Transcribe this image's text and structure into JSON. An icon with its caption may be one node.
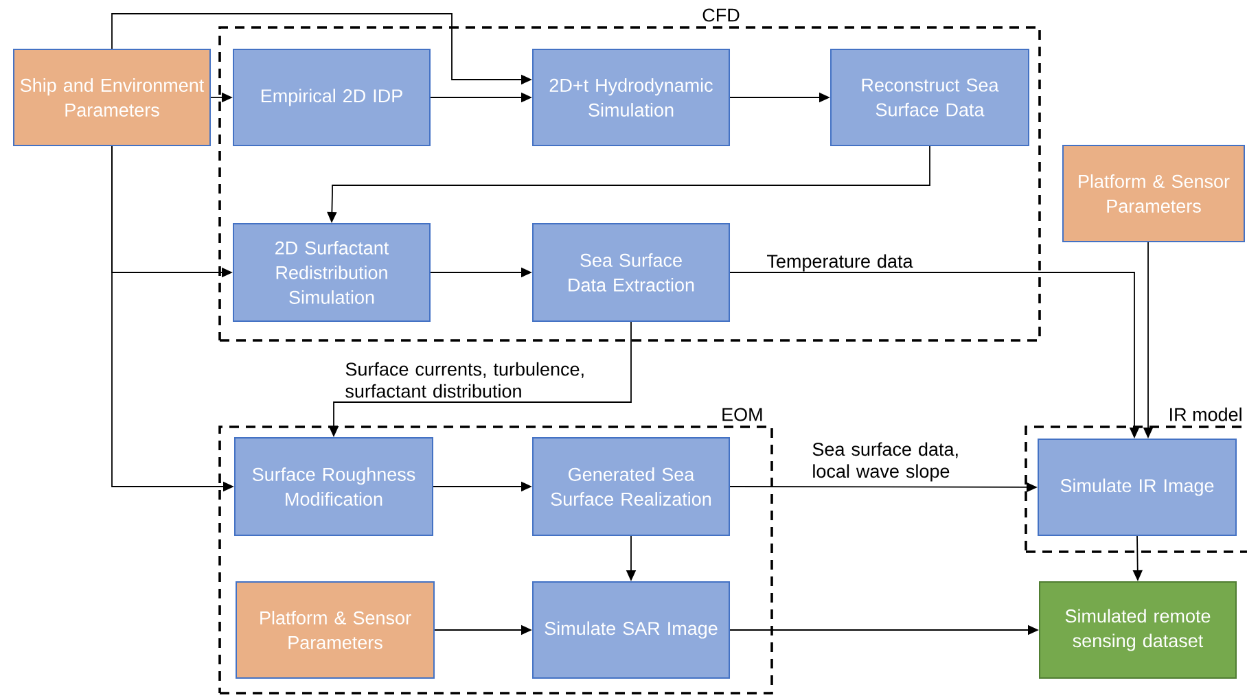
{
  "diagram": {
    "nodes": [
      {
        "text": [
          "Ship and Environment Parameters"
        ]
      },
      {
        "text": [
          "CFD"
        ]
      },
      {
        "text": [
          "Empirical 2D IDP"
        ],
        "in": 1
      },
      {
        "text": [
          "2D+t Hydrodynamic Simulation"
        ],
        "in": 1
      },
      {
        "text": [
          "Reconstruct Sea Surface Data"
        ],
        "in": 1
      },
      {
        "text": [
          "2D Surfactant Redistribution Simulation"
        ],
        "in": 1
      },
      {
        "text": [
          "Sea Surface Data Extraction"
        ],
        "in": 1
      },
      {
        "text": [
          "Platform & Sensor Parameters"
        ]
      },
      {
        "text": [
          "EOM"
        ]
      },
      {
        "text": [
          "Surface Roughness Modification"
        ],
        "in": 8
      },
      {
        "text": [
          "Generated Sea Surface Realization"
        ],
        "in": 8
      },
      {
        "text": [
          "Platform & Sensor Parameters"
        ],
        "in": 8
      },
      {
        "text": [
          "Simulate SAR Image"
        ],
        "in": 8
      },
      {
        "text": [
          "IR model"
        ]
      },
      {
        "text": [
          "Simulate IR Image"
        ],
        "in": 13
      },
      {
        "text": [
          "Simulated remote sensing dataset"
        ]
      }
    ],
    "edges": [
      {
        "from": 0,
        "to": 2,
        "arrow": "to"
      },
      {
        "from": 0,
        "to": 3,
        "arrow": "to"
      },
      {
        "from": 2,
        "to": 3,
        "arrow": "to"
      },
      {
        "from": 3,
        "to": 4,
        "arrow": "to"
      },
      {
        "from": 4,
        "to": 5,
        "arrow": "to"
      },
      {
        "from": 0,
        "to": 5,
        "arrow": "to"
      },
      {
        "from": 0,
        "to": 9,
        "arrow": "to"
      },
      {
        "from": 5,
        "to": 6,
        "arrow": "to"
      },
      {
        "from": 6,
        "to": 14,
        "arrow": "to",
        "label": "Temperature data"
      },
      {
        "from": 6,
        "to": 9,
        "arrow": "to",
        "label": "Surface currents, turbulence, surfactant distribution"
      },
      {
        "from": 9,
        "to": 10,
        "arrow": "to"
      },
      {
        "from": 10,
        "to": 14,
        "arrow": "to",
        "label": "Sea surface data, local wave slope"
      },
      {
        "from": 10,
        "to": 12,
        "arrow": "to"
      },
      {
        "from": 11,
        "to": 12,
        "arrow": "to"
      },
      {
        "from": 12,
        "to": 15,
        "arrow": "to"
      },
      {
        "from": 14,
        "to": 15,
        "arrow": "to"
      },
      {
        "from": 7,
        "to": 14,
        "arrow": "to"
      }
    ]
  }
}
